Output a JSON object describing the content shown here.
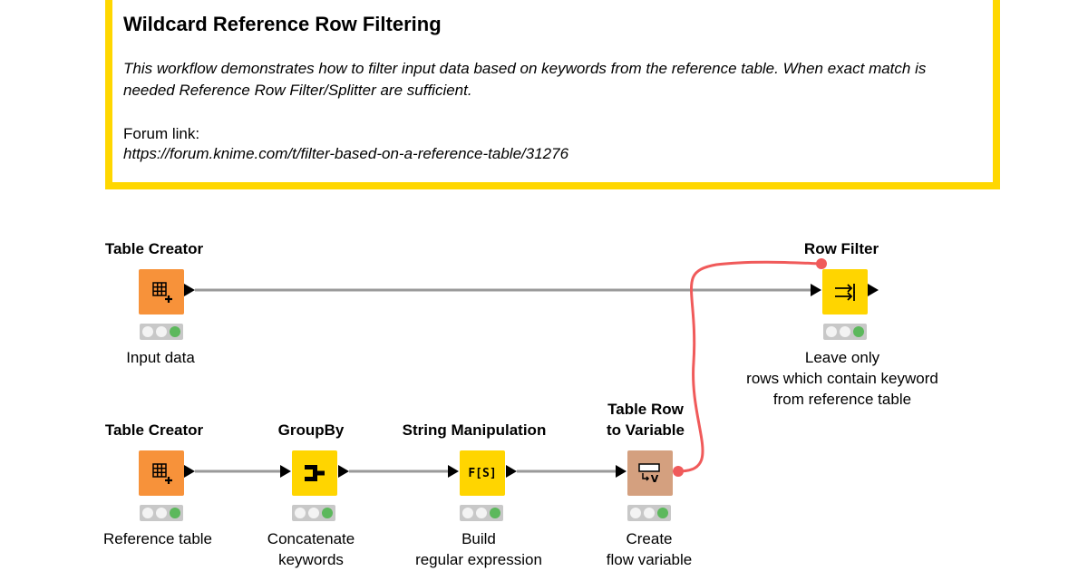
{
  "annotation": {
    "title": "Wildcard Reference Row Filtering",
    "description": "This workflow demonstrates how to filter input data based on keywords from the reference table. When exact match is needed Reference Row Filter/Splitter are sufficient.",
    "forum_label": "Forum link:",
    "forum_url": "https://forum.knime.com/t/filter-based-on-a-reference-table/31276",
    "border_color": "#FFD700"
  },
  "nodes": {
    "tc1": {
      "title": "Table Creator",
      "desc": "Input data",
      "icon": "table-creator-icon",
      "color": "#F7923A"
    },
    "row_filter": {
      "title": "Row Filter",
      "desc_lines": [
        "Leave only",
        "rows which contain keyword",
        "from reference table"
      ],
      "icon": "row-filter-icon",
      "color": "#FFD500"
    },
    "tc2": {
      "title": "Table Creator",
      "desc": "Reference table",
      "icon": "table-creator-icon",
      "color": "#F7923A"
    },
    "groupby": {
      "title": "GroupBy",
      "desc_lines": [
        "Concatenate",
        "keywords"
      ],
      "icon": "groupby-icon",
      "color": "#FFD500"
    },
    "string_manip": {
      "title": "String Manipulation",
      "desc_lines": [
        "Build",
        "regular expression"
      ],
      "icon": "string-manipulation-icon",
      "icon_text": "F[S]",
      "color": "#FFD500"
    },
    "trv": {
      "title_lines": [
        "Table Row",
        "to Variable"
      ],
      "desc_lines": [
        "Create",
        "flow variable"
      ],
      "icon": "table-row-to-variable-icon",
      "icon_text": "V",
      "color": "#D4A07F"
    }
  },
  "colors": {
    "connection": "#9a9a9a",
    "flow_variable": "#F05A5A",
    "status_ok": "#5CB85C"
  }
}
